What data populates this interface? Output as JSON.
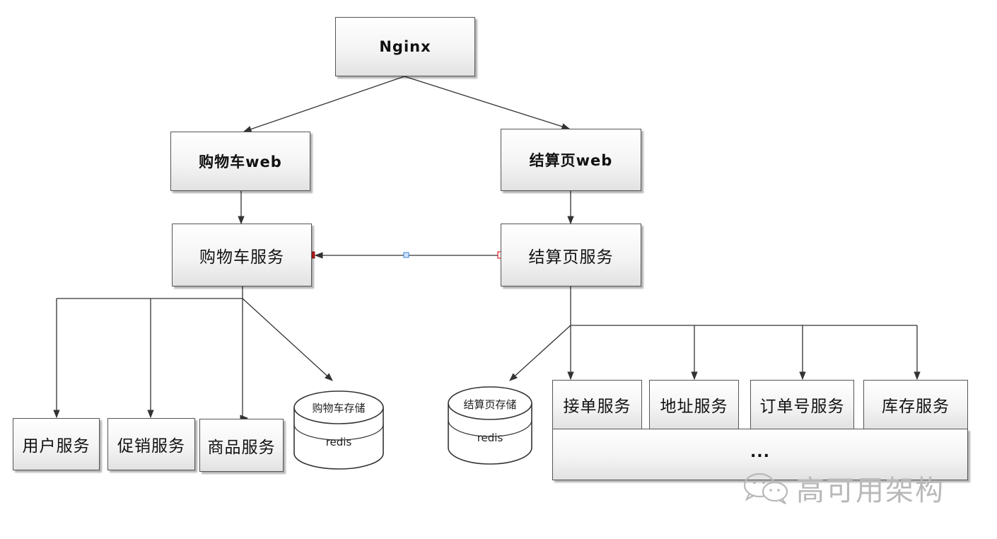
{
  "nodes": {
    "nginx": "Nginx",
    "cart_web": "购物车web",
    "checkout_web": "结算页web",
    "cart_service": "购物车服务",
    "checkout_service": "结算页服务",
    "user_service": "用户服务",
    "promo_service": "促销服务",
    "product_service": "商品服务",
    "cart_storage": {
      "title": "购物车存储",
      "engine": "redis"
    },
    "checkout_storage": {
      "title": "结算页存储",
      "engine": "redis"
    },
    "order_accept_service": "接单服务",
    "address_service": "地址服务",
    "order_number_service": "订单号服务",
    "inventory_service": "库存服务",
    "more": "..."
  },
  "watermark": {
    "text": "高可用架构",
    "icon": "wechat-icon"
  },
  "colors": {
    "line": "#333333",
    "box_border": "#555555",
    "connector_red": "#e02020",
    "connector_blue": "#3a86d8",
    "watermark": "#b9b9b9"
  }
}
